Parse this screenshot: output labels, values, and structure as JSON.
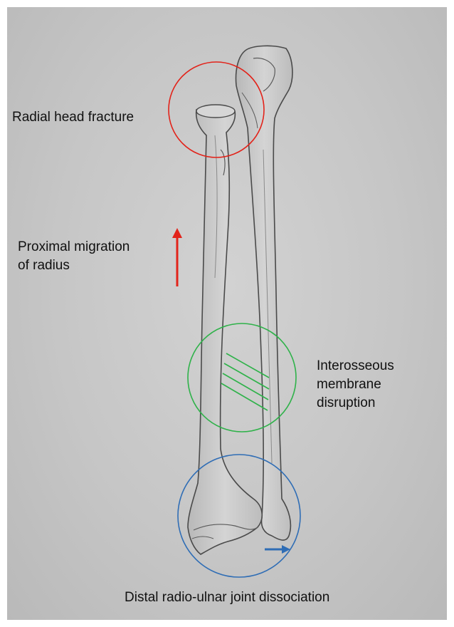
{
  "annotations": {
    "radial_head": {
      "text": "Radial head fracture",
      "color": "#e2231a"
    },
    "proximal_migration": {
      "line1": "Proximal migration",
      "line2": "of radius",
      "color": "#e2231a"
    },
    "interosseous": {
      "line1": "Interosseous",
      "line2": "membrane",
      "line3": "disruption",
      "color": "#2fb24a"
    },
    "druj": {
      "text": "Distal radio-ulnar joint dissociation",
      "color": "#2f6db5"
    }
  },
  "colors": {
    "background": "#c9c9c9",
    "bone_stroke": "#4a4a4a",
    "bone_fill": "#cfcfcf"
  },
  "icons": [
    "up-arrow-icon",
    "right-arrow-icon"
  ]
}
